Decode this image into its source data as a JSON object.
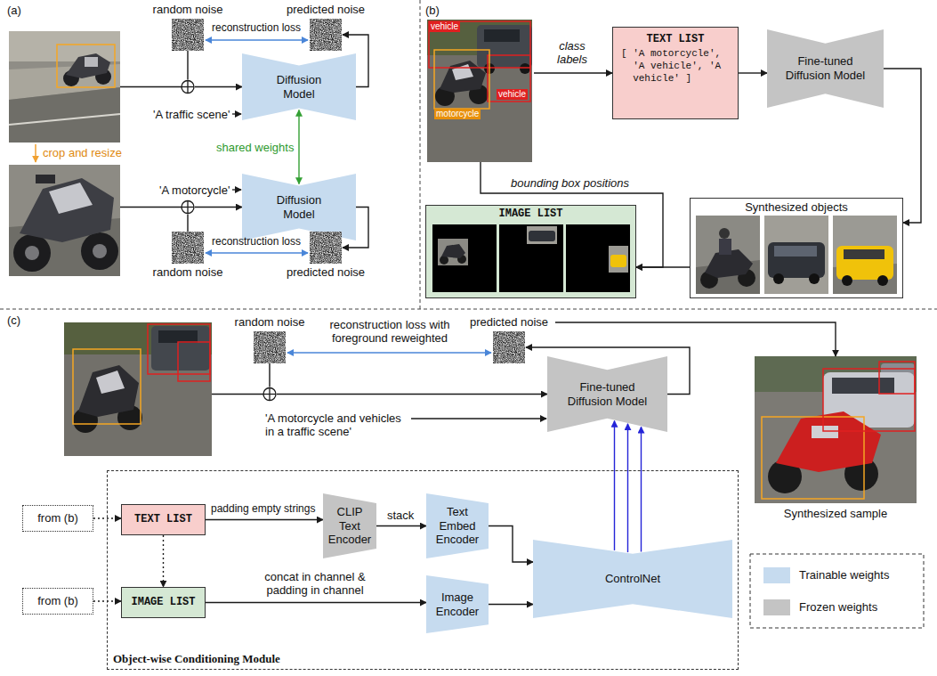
{
  "diagram": {
    "nodes": [
      {
        "text": [
          "random noise"
        ]
      },
      {
        "text": [
          "predicted noise"
        ]
      },
      {
        "text": [
          "Diffusion Model"
        ]
      },
      {
        "text": [
          "Diffusion Model"
        ]
      },
      {
        "text": [
          "random noise"
        ]
      },
      {
        "text": [
          "predicted noise"
        ]
      },
      {
        "text": [
          "vehicle",
          "vehicle",
          "motorcycle"
        ]
      },
      {
        "text": [
          "TEXT LIST",
          "[ 'A motorcycle', 'A vehicle', 'A vehicle' ]"
        ]
      },
      {
        "text": [
          "Fine-tuned Diffusion Model"
        ]
      },
      {
        "text": [
          "Synthesized objects"
        ]
      },
      {
        "text": [
          "IMAGE LIST"
        ]
      },
      {
        "text": [
          "random noise"
        ]
      },
      {
        "text": [
          "predicted noise"
        ]
      },
      {
        "text": [
          "Fine-tuned Diffusion Model"
        ]
      },
      {
        "text": [
          "Synthesized sample"
        ]
      },
      {
        "text": [
          "from (b)"
        ]
      },
      {
        "text": [
          "from (b)"
        ]
      },
      {
        "text": [
          "Object-wise Conditioning Module"
        ]
      },
      {
        "text": [
          "TEXT LIST"
        ],
        "in": 17
      },
      {
        "text": [
          "IMAGE LIST"
        ],
        "in": 17
      },
      {
        "text": [
          "CLIP Text Encoder"
        ],
        "in": 17
      },
      {
        "text": [
          "Text Embed Encoder"
        ],
        "in": 17
      },
      {
        "text": [
          "Image Encoder"
        ],
        "in": 17
      },
      {
        "text": [
          "ControlNet"
        ],
        "in": 17
      }
    ],
    "edges": [
      {
        "from": 0,
        "to": 1,
        "arrow": "both",
        "label": "reconstruction loss"
      },
      {
        "from": 2,
        "to": 1,
        "arrow": "to"
      },
      {
        "from": 0,
        "to": 2,
        "arrow": "to"
      },
      {
        "from": 2,
        "to": 3,
        "arrow": "both",
        "label": "shared weights"
      },
      {
        "from": 4,
        "to": 3,
        "arrow": "to"
      },
      {
        "from": 4,
        "to": 5,
        "arrow": "both",
        "label": "reconstruction loss"
      },
      {
        "from": 3,
        "to": 5,
        "arrow": "to"
      },
      {
        "from": 6,
        "to": 7,
        "arrow": "to",
        "label": "class labels"
      },
      {
        "from": 7,
        "to": 8,
        "arrow": "to"
      },
      {
        "from": 8,
        "to": 9,
        "arrow": "to"
      },
      {
        "from": 9,
        "to": 10,
        "arrow": "to"
      },
      {
        "from": 6,
        "to": 10,
        "arrow": "to",
        "label": "bounding box positions"
      },
      {
        "from": 11,
        "to": 12,
        "arrow": "both",
        "label": "reconstruction loss with foreground reweighted"
      },
      {
        "from": 11,
        "to": 13,
        "arrow": "to"
      },
      {
        "from": 13,
        "to": 12,
        "arrow": "to"
      },
      {
        "from": 12,
        "to": 14,
        "arrow": "to"
      },
      {
        "from": 15,
        "to": 18,
        "arrow": "to"
      },
      {
        "from": 16,
        "to": 19,
        "arrow": "to"
      },
      {
        "from": 18,
        "to": 19,
        "arrow": "to"
      },
      {
        "from": 18,
        "to": 20,
        "arrow": "to",
        "label": "padding empty strings"
      },
      {
        "from": 20,
        "to": 21,
        "arrow": "to",
        "label": "stack"
      },
      {
        "from": 21,
        "to": 23,
        "arrow": "to"
      },
      {
        "from": 19,
        "to": 22,
        "arrow": "to",
        "label": "concat in channel & padding in channel"
      },
      {
        "from": 22,
        "to": 23,
        "arrow": "to"
      },
      {
        "from": 23,
        "to": 13,
        "arrow": "to"
      },
      {
        "from": 23,
        "to": 13,
        "arrow": "to"
      },
      {
        "from": 23,
        "to": 13,
        "arrow": "to"
      }
    ],
    "labels": [
      "(a)",
      "'A traffic scene'",
      "crop and resize",
      "'A motorcycle'",
      "(b)",
      "(c)",
      "'A motorcycle and vehicles in a traffic scene'"
    ],
    "legend": [
      {
        "text": "Trainable weights",
        "color": "#c6dbef"
      },
      {
        "text": "Frozen weights",
        "color": "#c4c4c4"
      }
    ]
  }
}
